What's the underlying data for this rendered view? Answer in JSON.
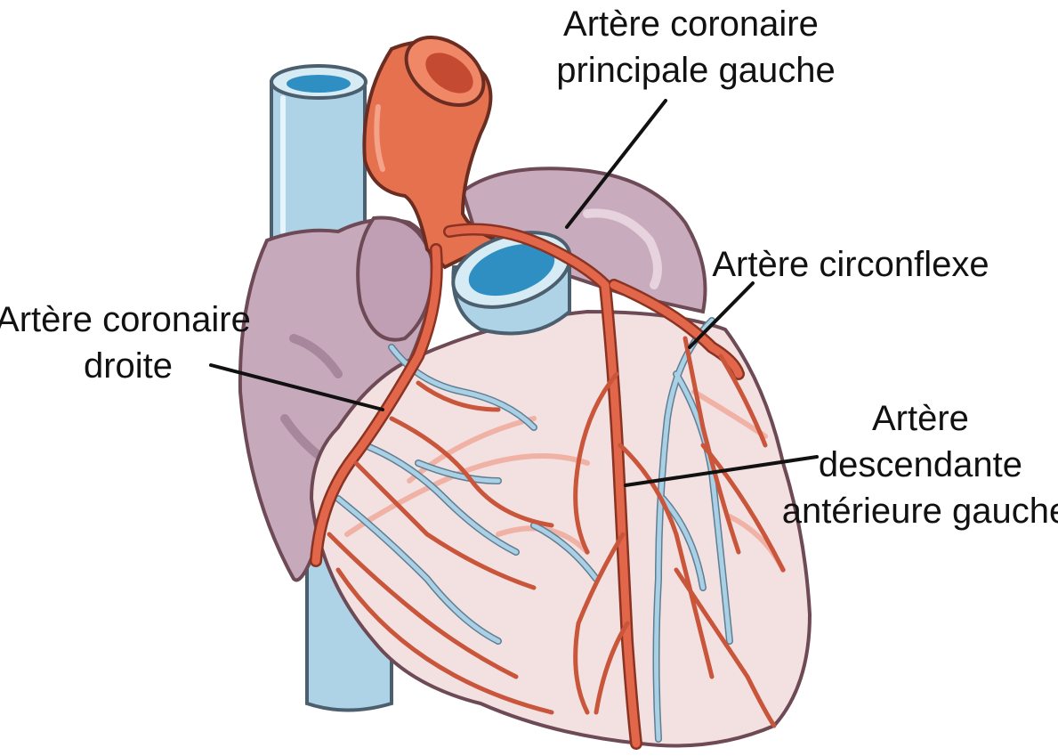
{
  "labels": {
    "left_main": [
      "Artère coronaire",
      "principale gauche"
    ],
    "circumflex": [
      "Artère circonflexe"
    ],
    "right_coronary": [
      "Artère coronaire",
      "droite"
    ],
    "lad": [
      "Artère",
      "descendante",
      "antérieure gauche"
    ]
  },
  "colors": {
    "artery": "#e2674a",
    "artery_dark": "#b84a33",
    "vein_blue": "#a8cfe2",
    "vein_blue_inner": "#2e8fc2",
    "atrium_purple": "#c6a9bd",
    "myocardium": "#f1dede",
    "outline": "#6d4a55",
    "leader_line": "#111111"
  }
}
